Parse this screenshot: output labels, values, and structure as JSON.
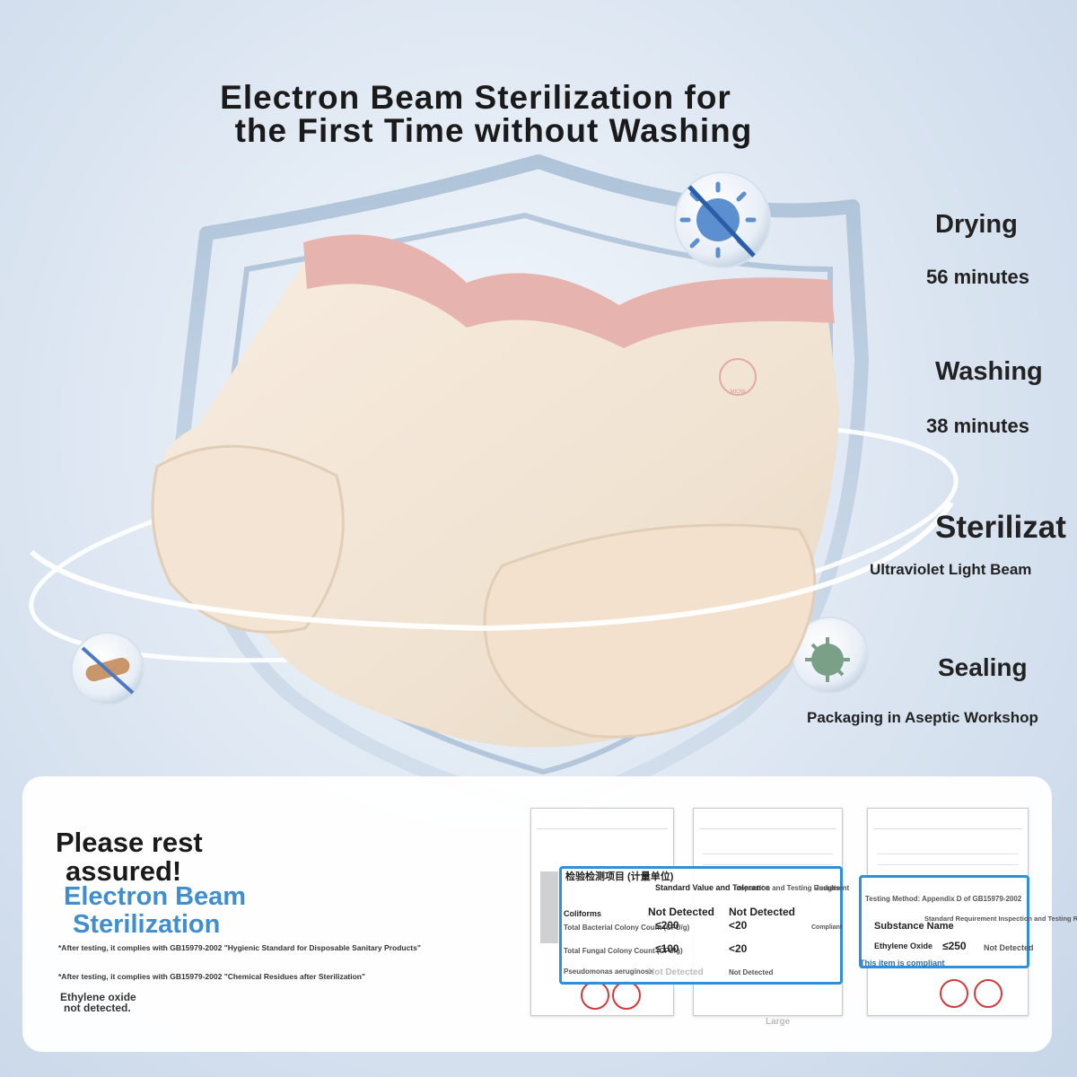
{
  "title": {
    "line1": "Electron Beam Sterilization for",
    "line2": "the First Time without Washing"
  },
  "steps": [
    {
      "name": "Drying",
      "detail": "56 minutes"
    },
    {
      "name": "Washing",
      "detail": "38 minutes"
    },
    {
      "name": "Sterilizat",
      "detail": "Ultraviolet Light Beam"
    },
    {
      "name": "Sealing",
      "detail": "Packaging in Aseptic Workshop"
    }
  ],
  "product": {
    "logo_text": "MIOW"
  },
  "panel": {
    "heading_line1": "Please rest",
    "heading_line2": "assured!",
    "blue_line1": "Electron Beam",
    "blue_line2": "Sterilization",
    "note1": "*After testing, it complies with GB15979-2002 \"Hygienic Standard for Disposable Sanitary Products\"",
    "note2": "*After testing, it complies with GB15979-2002 \"Chemical Residues after Sterilization\"",
    "eo_line1": "Ethylene oxide",
    "eo_line2": "not detected."
  },
  "report1": {
    "col1": "检验检测项目\n(计量单位)",
    "col2": "Standard Value and Tolerance",
    "col3": "Inspection and Testing Results",
    "row1": [
      "Coliforms",
      "Not Detected",
      "Not Detected"
    ],
    "row2": [
      "Total Bacterial Colony Count (CFU/g)",
      "≤200",
      "<20"
    ],
    "row3": [
      "Total Fungal Colony Count (CFU/g)",
      "≤100",
      "<20"
    ],
    "row4": [
      "Pseudomonas aeruginosa",
      "Not Detected",
      "Not Detected"
    ],
    "judgment": "Judgment",
    "compliant": "Compliant",
    "large": "Large"
  },
  "report2": {
    "testing_method": "Testing Method: Appendix D of GB15979-2002",
    "standard_req": "Standard Requirement Inspection and Testing Results",
    "substance": "Substance Name",
    "ethylene": "Ethylene Oxide",
    "value": "≤250",
    "result": "Not Detected",
    "compliant": "This item is compliant"
  },
  "colors": {
    "accent": "#3e8ed0",
    "table_border": "#2f8fd8",
    "waistband": "#e4a9a5",
    "fabric": "#f3e7d8"
  }
}
